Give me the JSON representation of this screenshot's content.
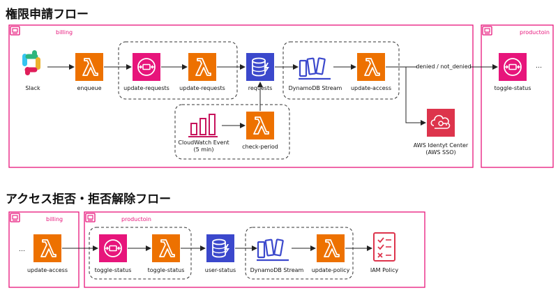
{
  "titles": {
    "top": "権限申請フロー",
    "bottom": "アクセス拒否・拒否解除フロー"
  },
  "colors": {
    "account_border": "#e7157b",
    "lambda_orange": "#ed7100",
    "sqs_pink": "#e7157b",
    "dynamodb_blue": "#3b48cc",
    "cloudwatch_pink": "#c7135c",
    "iam_red": "#dd344c",
    "arrow": "#222222"
  },
  "top_flow": {
    "accounts": {
      "billing": "billing",
      "productoin": "productoin"
    },
    "nodes": {
      "slack": "Slack",
      "enqueue": "enqueue",
      "update_requests_queue": "update-requests",
      "update_requests_fn": "update-requests",
      "requests": "requests",
      "dynamodb_stream": "DynamoDB Stream",
      "update_access": "update-access",
      "cloudwatch_event_line1": "CloudWatch Event",
      "cloudwatch_event_line2": "(5 min)",
      "check_period": "check-period",
      "identity_center_line1": "AWS Identyt Center",
      "identity_center_line2": "(AWS SSO)",
      "toggle_status": "toggle-status",
      "ellipsis": "…"
    },
    "edge_label": "denied / not_denied"
  },
  "bottom_flow": {
    "accounts": {
      "billing": "billing",
      "productoin": "productoin"
    },
    "nodes": {
      "ellipsis": "…",
      "update_access": "update-access",
      "toggle_status_queue": "toggle-status",
      "toggle_status_fn": "toggle-status",
      "user_status": "user-status",
      "dynamodb_stream": "DynamoDB Stream",
      "update_policy": "update-policy",
      "iam_policy": "IAM Policy"
    }
  }
}
